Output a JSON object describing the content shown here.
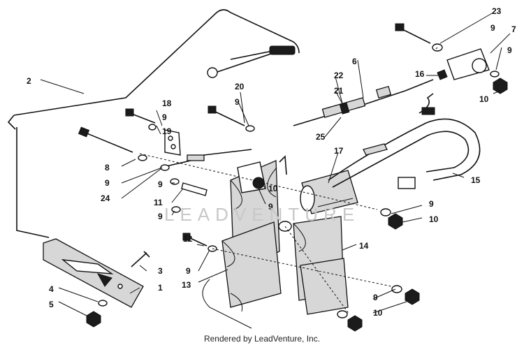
{
  "diagram": {
    "callouts": [
      "1",
      "2",
      "3",
      "4",
      "5",
      "6",
      "7",
      "8",
      "9",
      "10",
      "11",
      "12",
      "13",
      "14",
      "15",
      "16",
      "17",
      "18",
      "19",
      "20",
      "21",
      "22",
      "23",
      "24",
      "25"
    ],
    "watermark": "LEADVENTURE",
    "credit": "Rendered by LeadVenture, Inc."
  }
}
